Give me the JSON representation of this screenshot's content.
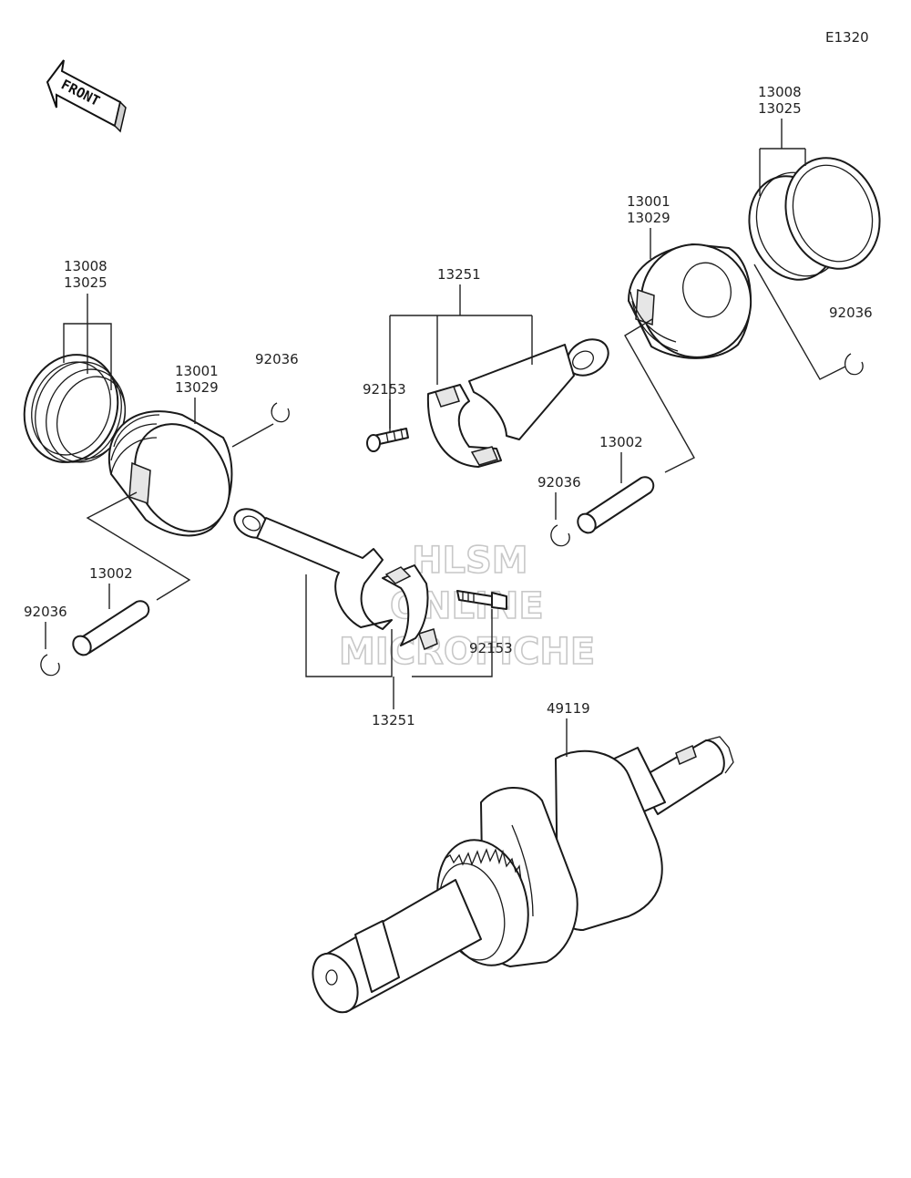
{
  "diagram_code": "E1320",
  "front_label": "FRONT",
  "watermark": [
    "HLSM",
    "ONLINE",
    "MICROFICHE"
  ],
  "labels": {
    "ring_set_left": [
      "13008",
      "13025"
    ],
    "piston_left": [
      "13001",
      "13029"
    ],
    "circlip_left_top": "92036",
    "rod_top": "13251",
    "bolt_top": "92153",
    "piston_right": [
      "13001",
      "13029"
    ],
    "ring_set_right": [
      "13008",
      "13025"
    ],
    "circlip_right_top": "92036",
    "pin_right": "13002",
    "circlip_right_bottom": "92036",
    "pin_left": "13002",
    "circlip_left_bottom": "92036",
    "bolt_bottom": "92153",
    "rod_bottom": "13251",
    "crankshaft": "49119"
  },
  "colors": {
    "line": "#1a1a1a",
    "watermark": "#c8c8c8",
    "background": "#ffffff"
  }
}
